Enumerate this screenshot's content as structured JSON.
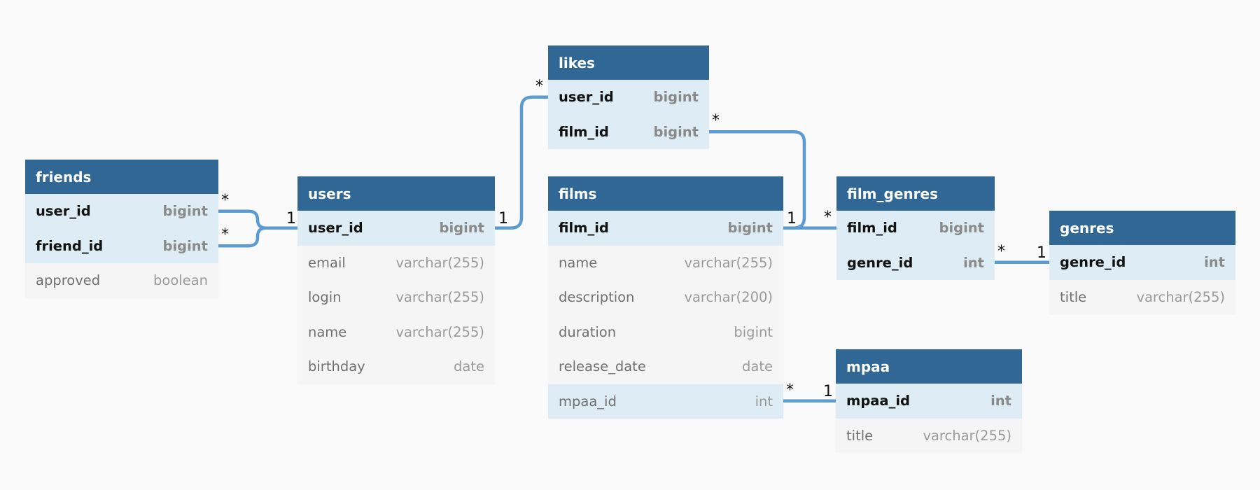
{
  "diagram": {
    "link_color": "#5b9bd1",
    "header_color": "#306795",
    "tables": {
      "friends": {
        "name": "friends",
        "columns": [
          {
            "name": "user_id",
            "type": "bigint",
            "key": true
          },
          {
            "name": "friend_id",
            "type": "bigint",
            "key": true
          },
          {
            "name": "approved",
            "type": "boolean",
            "key": false
          }
        ]
      },
      "users": {
        "name": "users",
        "columns": [
          {
            "name": "user_id",
            "type": "bigint",
            "key": true
          },
          {
            "name": "email",
            "type": "varchar(255)",
            "key": false
          },
          {
            "name": "login",
            "type": "varchar(255)",
            "key": false
          },
          {
            "name": "name",
            "type": "varchar(255)",
            "key": false
          },
          {
            "name": "birthday",
            "type": "date",
            "key": false
          }
        ]
      },
      "likes": {
        "name": "likes",
        "columns": [
          {
            "name": "user_id",
            "type": "bigint",
            "key": true
          },
          {
            "name": "film_id",
            "type": "bigint",
            "key": true
          }
        ]
      },
      "films": {
        "name": "films",
        "columns": [
          {
            "name": "film_id",
            "type": "bigint",
            "key": true
          },
          {
            "name": "name",
            "type": "varchar(255)",
            "key": false
          },
          {
            "name": "description",
            "type": "varchar(200)",
            "key": false
          },
          {
            "name": "duration",
            "type": "bigint",
            "key": false
          },
          {
            "name": "release_date",
            "type": "date",
            "key": false
          },
          {
            "name": "mpaa_id",
            "type": "int",
            "key": false,
            "highlight": true
          }
        ]
      },
      "film_genres": {
        "name": "film_genres",
        "columns": [
          {
            "name": "film_id",
            "type": "bigint",
            "key": true
          },
          {
            "name": "genre_id",
            "type": "int",
            "key": true
          }
        ]
      },
      "genres": {
        "name": "genres",
        "columns": [
          {
            "name": "genre_id",
            "type": "int",
            "key": true
          },
          {
            "name": "title",
            "type": "varchar(255)",
            "key": false
          }
        ]
      },
      "mpaa": {
        "name": "mpaa",
        "columns": [
          {
            "name": "mpaa_id",
            "type": "int",
            "key": true
          },
          {
            "name": "title",
            "type": "varchar(255)",
            "key": false
          }
        ]
      }
    },
    "relationships": [
      {
        "from": "friends.user_id",
        "to": "users.user_id",
        "from_card": "*",
        "to_card": "1"
      },
      {
        "from": "friends.friend_id",
        "to": "users.user_id",
        "from_card": "*",
        "to_card": "1"
      },
      {
        "from": "likes.user_id",
        "to": "users.user_id",
        "from_card": "*",
        "to_card": "1"
      },
      {
        "from": "likes.film_id",
        "to": "films.film_id",
        "from_card": "*",
        "to_card": "1"
      },
      {
        "from": "film_genres.film_id",
        "to": "films.film_id",
        "from_card": "*",
        "to_card": "1"
      },
      {
        "from": "film_genres.genre_id",
        "to": "genres.genre_id",
        "from_card": "*",
        "to_card": "1"
      },
      {
        "from": "films.mpaa_id",
        "to": "mpaa.mpaa_id",
        "from_card": "*",
        "to_card": "1"
      }
    ]
  }
}
